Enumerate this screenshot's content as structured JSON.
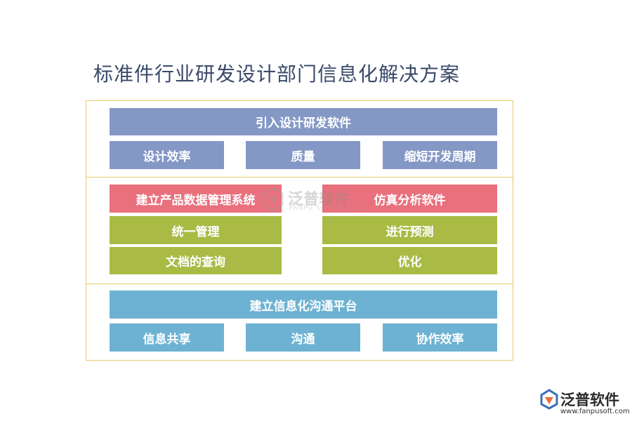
{
  "title": "标准件行业研发设计部门信息化解决方案",
  "section1": {
    "header": "引入设计研发软件",
    "items": [
      "设计效率",
      "质量",
      "缩短开发周期"
    ]
  },
  "section2": {
    "left_header": "建立产品数据管理系统",
    "left_items": [
      "统一管理",
      "文档的查询"
    ],
    "right_header": "仿真分析软件",
    "right_items": [
      "进行预测",
      "优化"
    ]
  },
  "section3": {
    "header": "建立信息化沟通平台",
    "items": [
      "信息共享",
      "沟通",
      "协作效率"
    ]
  },
  "watermark": {
    "name": "泛普软件",
    "sub": "FANPU SOFTWARE"
  },
  "logo": {
    "name": "泛普软件",
    "url": "www.fanpusoft.com"
  },
  "colors": {
    "section1": "#8498c6",
    "section2_header": "#e9707d",
    "section2_items": "#a9bb44",
    "section3": "#6db2d2",
    "frame": "#e8c96a"
  }
}
